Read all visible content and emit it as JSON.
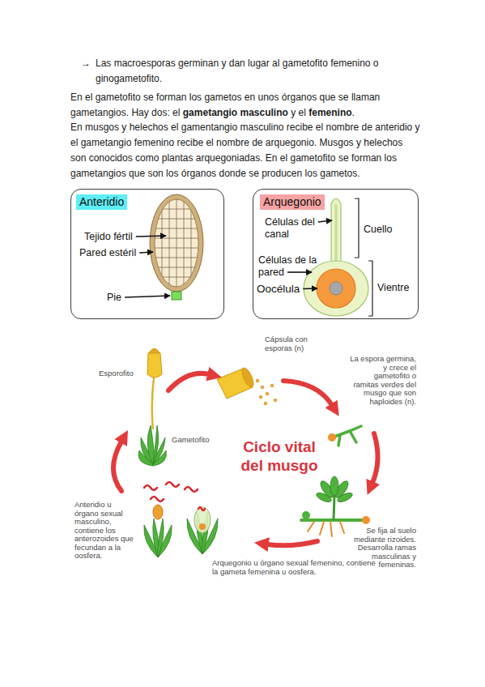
{
  "diagram": {
    "nodes": [
      {
        "text": [
          "Anteridio",
          "Tejido fértil",
          "Pared estéril",
          "Pie"
        ]
      },
      {
        "text": [
          "Arquegonio",
          "Células del canal",
          "Cuello",
          "Células de la pared",
          "Vientre",
          "Oocélula"
        ]
      }
    ],
    "labels": [
      "→",
      "Las macroesporas germinan y dan lugar al gametofito femenino o ginogametofito.",
      "En el gametofito se forman los gametos en unos órganos que se llaman gametangios. Hay dos: el",
      "gametangio masculino",
      "y el",
      "femenino",
      ".",
      "En musgos y helechos el gamentangio masculino recibe el nombre de anteridio y el gametangio femenino recibe el nombre de arquegonio. Musgos y helechos son conocidos como plantas arquegoniadas. En el gametofito se forman los gametangios que son los órganos donde se producen los gametos.",
      "Cápsula con esporas (n)",
      "La espora germina, y crece el gametofito o ramitas verdes del musgo que son haploides (n).",
      "Ciclo vital del musgo",
      "Esporofito",
      "Gametofito",
      "Se fija al suelo mediante rizoides. Desarrolla ramas masculinas y femeninas.",
      "Anteridio u órgano sexual masculino, contiene los anterozoides que fecundan a la oosfera.",
      "Arquegonio u órgano sexual femenino, contiene la gameta femenina u oosfera."
    ]
  }
}
